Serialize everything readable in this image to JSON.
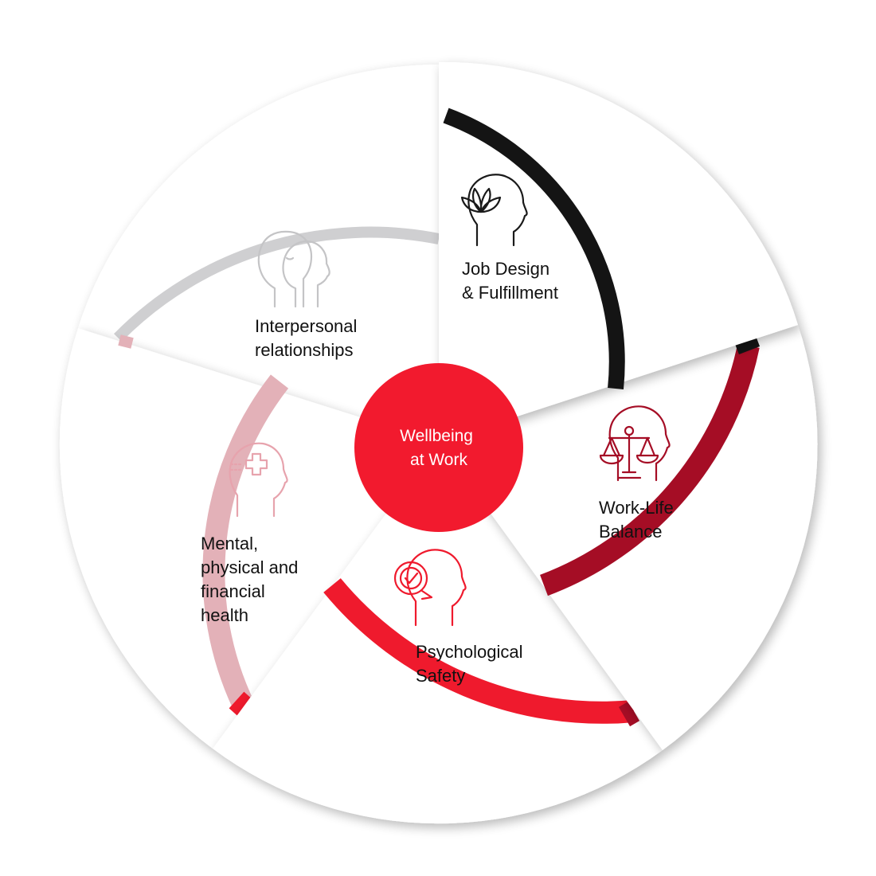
{
  "center": {
    "label_line1": "Wellbeing",
    "label_line2": "at Work",
    "color": "#f21a2e"
  },
  "segments": [
    {
      "id": "job-design",
      "line1": "Job Design",
      "line2": "& Fulfillment",
      "line3": "",
      "line4": "",
      "arc_color": "#141414",
      "icon": "lotus-head-icon",
      "icon_color": "#1a1a1a"
    },
    {
      "id": "work-life",
      "line1": "Work-Life",
      "line2": "Balance",
      "line3": "",
      "line4": "",
      "arc_color": "#a50d25",
      "icon": "scales-head-icon",
      "icon_color": "#a50d25"
    },
    {
      "id": "psych-safety",
      "line1": "Psychological",
      "line2": "Safety",
      "line3": "",
      "line4": "",
      "arc_color": "#ef1a2d",
      "icon": "checkmark-head-icon",
      "icon_color": "#ef1a2d"
    },
    {
      "id": "health",
      "line1": "Mental,",
      "line2": "physical and",
      "line3": "financial",
      "line4": "health",
      "arc_color": "#e3b1b8",
      "icon": "medical-cross-head-icon",
      "icon_color": "#e7a3ad"
    },
    {
      "id": "relationships",
      "line1": "Interpersonal",
      "line2": "relationships",
      "line3": "",
      "line4": "",
      "arc_color": "#cfcfd1",
      "icon": "two-heads-icon",
      "icon_color": "#c4c4c6"
    }
  ]
}
